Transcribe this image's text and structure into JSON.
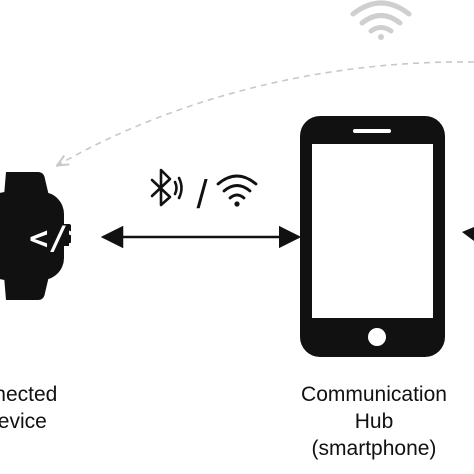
{
  "diagram": {
    "connected_device_label": {
      "line1": "nnected",
      "line2": "levice"
    },
    "communication_hub_label": {
      "line1": "Communication",
      "line2": "Hub",
      "line3": "(smartphone)"
    },
    "link_separator": "/",
    "smartwatch_code_glyph": "</>",
    "icons": [
      "bluetooth-icon",
      "wifi-icon",
      "smartwatch-icon",
      "smartphone-icon",
      "wifi-signal-icon"
    ],
    "colors": {
      "stroke": "#111111",
      "dashed_arrow": "#c8c8c8",
      "wifi_top": "#cfcfcf"
    }
  }
}
